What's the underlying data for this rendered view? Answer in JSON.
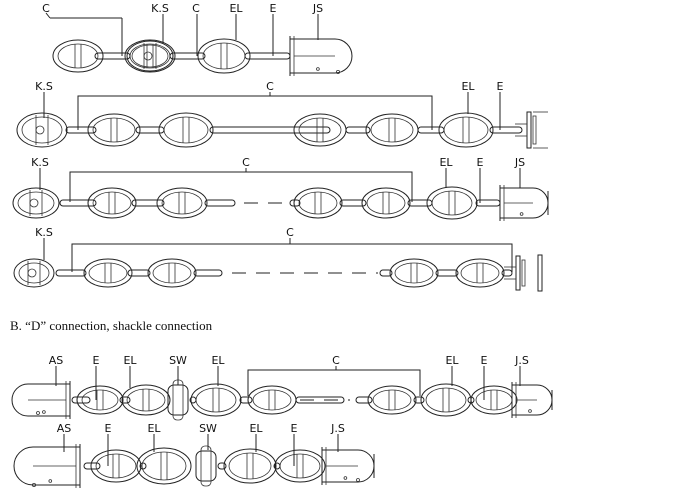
{
  "section_b_caption": "B. “D” connection, shackle connection",
  "rows": [
    {
      "id": "row1",
      "labels": [
        {
          "key": "c1",
          "text": "C"
        },
        {
          "key": "ks",
          "text": "K.S"
        },
        {
          "key": "c2",
          "text": "C"
        },
        {
          "key": "el",
          "text": "EL"
        },
        {
          "key": "e",
          "text": "E"
        },
        {
          "key": "js",
          "text": "JS"
        }
      ]
    },
    {
      "id": "row2",
      "labels": [
        {
          "key": "ks",
          "text": "K.S"
        },
        {
          "key": "c",
          "text": "C"
        },
        {
          "key": "el",
          "text": "EL"
        },
        {
          "key": "e",
          "text": "E"
        }
      ]
    },
    {
      "id": "row3",
      "labels": [
        {
          "key": "ks",
          "text": "K.S"
        },
        {
          "key": "c",
          "text": "C"
        },
        {
          "key": "el",
          "text": "EL"
        },
        {
          "key": "e",
          "text": "E"
        },
        {
          "key": "js",
          "text": "JS"
        }
      ]
    },
    {
      "id": "row4",
      "labels": [
        {
          "key": "ks",
          "text": "K.S"
        },
        {
          "key": "c",
          "text": "C"
        }
      ]
    },
    {
      "id": "row5",
      "labels": [
        {
          "key": "as",
          "text": "AS"
        },
        {
          "key": "e1",
          "text": "E"
        },
        {
          "key": "el1",
          "text": "EL"
        },
        {
          "key": "sw",
          "text": "SW"
        },
        {
          "key": "el2",
          "text": "EL"
        },
        {
          "key": "c",
          "text": "C"
        },
        {
          "key": "el3",
          "text": "EL"
        },
        {
          "key": "e2",
          "text": "E"
        },
        {
          "key": "js",
          "text": "J.S"
        }
      ]
    },
    {
      "id": "row6",
      "labels": [
        {
          "key": "as",
          "text": "AS"
        },
        {
          "key": "e1",
          "text": "E"
        },
        {
          "key": "el1",
          "text": "EL"
        },
        {
          "key": "sw",
          "text": "SW"
        },
        {
          "key": "el2",
          "text": "EL"
        },
        {
          "key": "e2",
          "text": "E"
        },
        {
          "key": "js",
          "text": "J.S"
        }
      ]
    }
  ]
}
